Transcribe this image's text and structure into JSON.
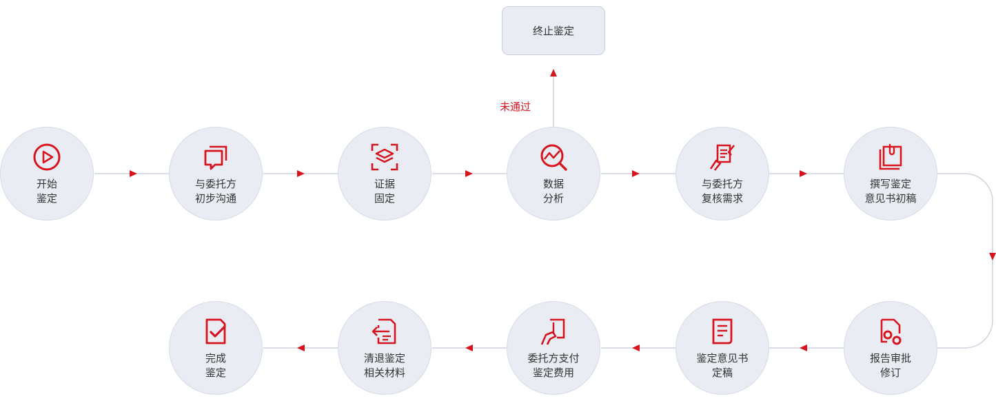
{
  "accent_color": "#d7141e",
  "connector_color": "#cfd3dc",
  "terminate_box": {
    "label": "终止鉴定"
  },
  "fail_branch_label": "未通过",
  "steps": [
    {
      "icon": "play-circle-icon",
      "lines": [
        "开始",
        "鉴定"
      ]
    },
    {
      "icon": "chat-bubbles-icon",
      "lines": [
        "与委托方",
        "初步沟通"
      ]
    },
    {
      "icon": "scan-layers-icon",
      "lines": [
        "证据",
        "固定"
      ]
    },
    {
      "icon": "chart-search-icon",
      "lines": [
        "数据",
        "分析"
      ]
    },
    {
      "icon": "handshake-document-icon",
      "lines": [
        "与委托方",
        "复核需求"
      ]
    },
    {
      "icon": "clipboard-write-icon",
      "lines": [
        "撰写鉴定",
        "意见书初稿"
      ]
    },
    {
      "icon": "document-gears-icon",
      "lines": [
        "报告审批",
        "修订"
      ]
    },
    {
      "icon": "document-list-icon",
      "lines": [
        "鉴定意见书",
        "定稿"
      ]
    },
    {
      "icon": "hand-payment-icon",
      "lines": [
        "委托方支付",
        "鉴定费用"
      ]
    },
    {
      "icon": "document-return-icon",
      "lines": [
        "清退鉴定",
        "相关材料"
      ]
    },
    {
      "icon": "document-check-icon",
      "lines": [
        "完成",
        "鉴定"
      ]
    }
  ]
}
